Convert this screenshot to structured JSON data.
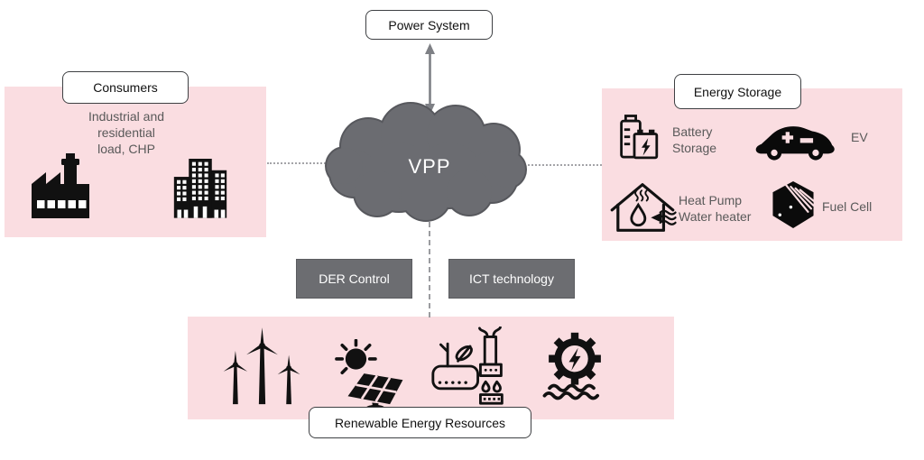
{
  "colors": {
    "panel_pink": "#fadde1",
    "box_gray": "#6c6d71",
    "text_gray": "#595959",
    "label_border": "#3e4043",
    "line_gray": "#a4a4a8",
    "cloud_gray": "#6b6c71",
    "icon_black": "#111111"
  },
  "power_system": {
    "label": "Power System"
  },
  "cloud": {
    "label": "VPP"
  },
  "consumers": {
    "title": "Consumers",
    "description": "Industrial and\nresidential\nload, CHP",
    "icon_names": [
      "factory-icon",
      "city-buildings-icon"
    ]
  },
  "energy_storage": {
    "title": "Energy Storage",
    "items": [
      {
        "label": "Battery Storage",
        "icon": "battery-storage-icon"
      },
      {
        "label": "EV",
        "icon": "electric-car-icon"
      },
      {
        "label": "Heat Pump Water heater",
        "icon": "heat-pump-icon"
      },
      {
        "label": "Fuel Cell",
        "icon": "fuel-cell-icon"
      }
    ]
  },
  "control_boxes": {
    "der": "DER Control",
    "ict": "ICT technology"
  },
  "renewables": {
    "title": "Renewable Energy Resources",
    "icon_names": [
      "wind-turbines-icon",
      "solar-panel-icon",
      "biomass-plant-icon",
      "hydro-power-icon"
    ]
  }
}
